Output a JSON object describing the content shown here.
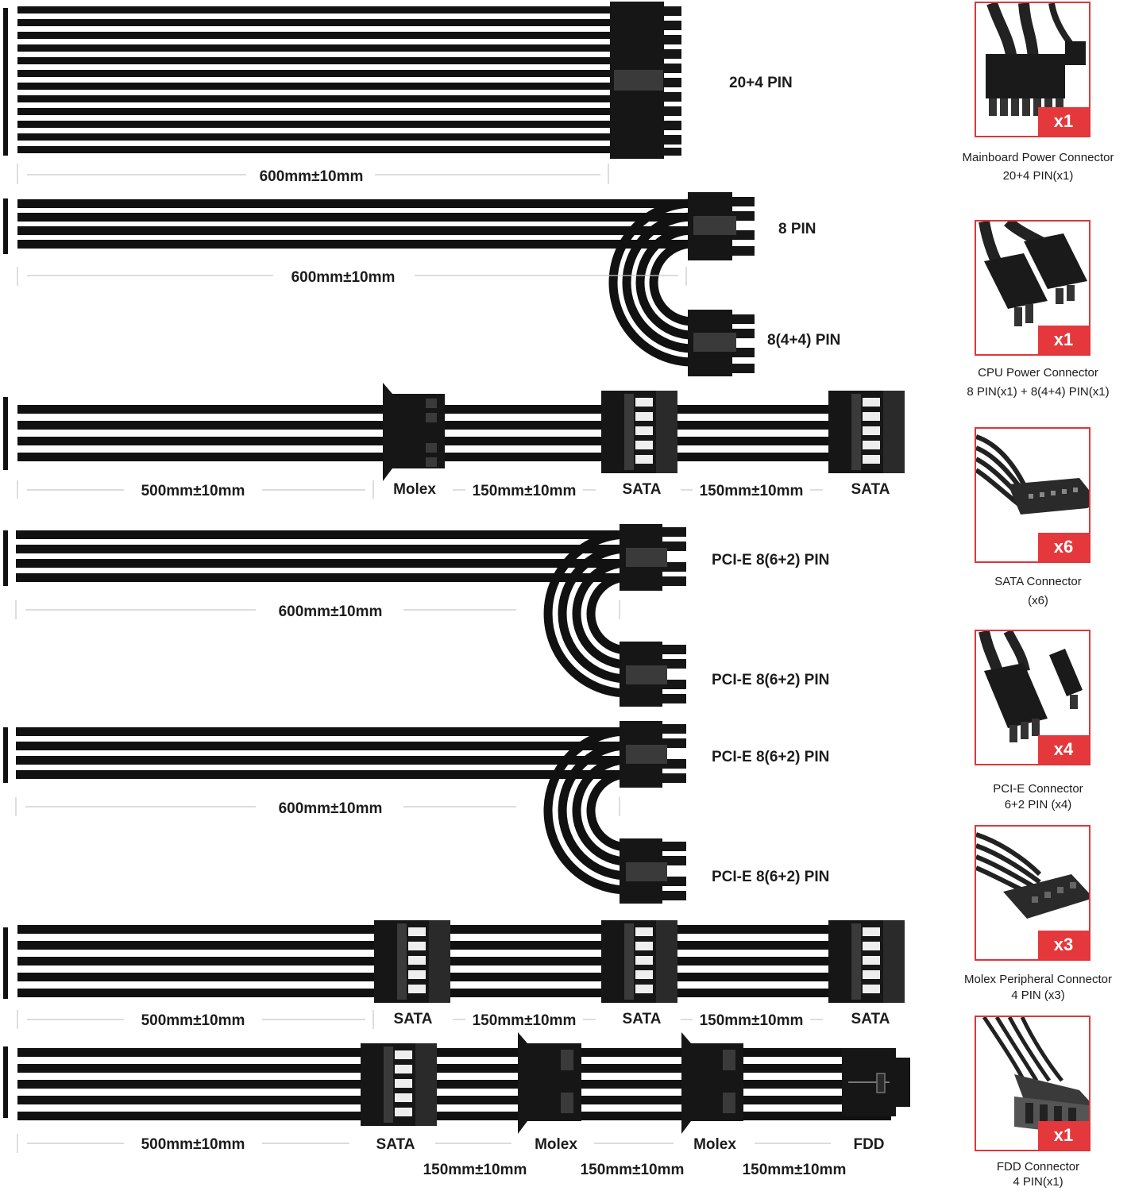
{
  "cables": [
    {
      "connector_label": "20+4 PIN",
      "length": "600mm±10mm"
    },
    {
      "connector_labels": [
        "8 PIN",
        "8(4+4) PIN"
      ],
      "length": "600mm±10mm"
    },
    {
      "connector_labels": [
        "Molex",
        "SATA",
        "SATA"
      ],
      "lengths": [
        "500mm±10mm",
        "150mm±10mm",
        "150mm±10mm"
      ]
    },
    {
      "connector_labels": [
        "PCI-E 8(6+2) PIN",
        "PCI-E 8(6+2) PIN"
      ],
      "length": "600mm±10mm"
    },
    {
      "connector_labels": [
        "PCI-E 8(6+2) PIN",
        "PCI-E 8(6+2) PIN"
      ],
      "length": "600mm±10mm"
    },
    {
      "connector_labels": [
        "SATA",
        "SATA",
        "SATA"
      ],
      "lengths": [
        "500mm±10mm",
        "150mm±10mm",
        "150mm±10mm"
      ]
    },
    {
      "connector_labels": [
        "SATA",
        "Molex",
        "Molex",
        "FDD"
      ],
      "lengths": [
        "500mm±10mm",
        "150mm±10mm",
        "150mm±10mm",
        "150mm±10mm"
      ]
    }
  ],
  "connector_cards": [
    {
      "badge": "x1",
      "caption_line1": "Mainboard Power Connector",
      "caption_line2": "20+4 PIN(x1)",
      "icon": "atx-24pin-connector-photo"
    },
    {
      "badge": "x1",
      "caption_line1": "CPU Power Connector",
      "caption_line2": "8 PIN(x1) + 8(4+4) PIN(x1)",
      "icon": "cpu-8pin-connector-photo"
    },
    {
      "badge": "x6",
      "caption_line1": "SATA  Connector",
      "caption_line2": "(x6)",
      "icon": "sata-connector-photo"
    },
    {
      "badge": "x4",
      "caption_line1": "PCI-E Connector",
      "caption_line2": "6+2 PIN (x4)",
      "icon": "pcie-connector-photo"
    },
    {
      "badge": "x3",
      "caption_line1": "Molex Peripheral Connector",
      "caption_line2": "4 PIN (x3)",
      "icon": "molex-connector-photo"
    },
    {
      "badge": "x1",
      "caption_line1": "FDD Connector",
      "caption_line2": "4 PIN(x1)",
      "icon": "fdd-connector-photo"
    }
  ],
  "colors": {
    "cable": "#111111",
    "connector": "#161616",
    "accent": "#e5383c",
    "dimension_line": "#c8c8c8"
  }
}
